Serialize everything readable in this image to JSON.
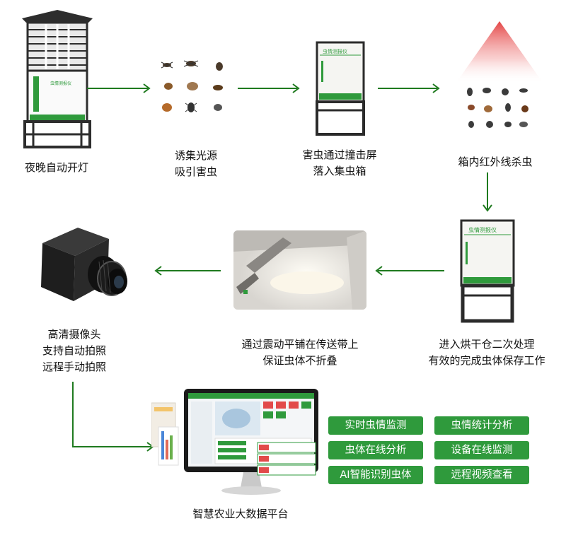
{
  "steps": [
    {
      "id": "step1",
      "lines": [
        "夜晚自动开灯"
      ]
    },
    {
      "id": "step2",
      "lines": [
        "诱集光源",
        "吸引害虫"
      ]
    },
    {
      "id": "step3",
      "lines": [
        "害虫通过撞击屏",
        "落入集虫箱"
      ]
    },
    {
      "id": "step4",
      "lines": [
        "箱内红外线杀虫"
      ]
    },
    {
      "id": "step5",
      "lines": [
        "进入烘干仓二次处理",
        "有效的完成虫体保存工作"
      ]
    },
    {
      "id": "step6",
      "lines": [
        "通过震动平铺在传送带上",
        "保证虫体不折叠"
      ]
    },
    {
      "id": "step7",
      "lines": [
        "高清摄像头",
        "支持自动拍照",
        "远程手动拍照"
      ]
    },
    {
      "id": "step8",
      "lines": [
        "智慧农业大数据平台"
      ]
    }
  ],
  "device_label": "虫情测报仪",
  "features": [
    "实时虫情监测",
    "虫情统计分析",
    "虫体在线分析",
    "设备在线监测",
    "AI智能识别虫体",
    "远程视频查看"
  ],
  "colors": {
    "accent_green": "#2f9a3c",
    "arrow_green": "#1f7a1f",
    "infrared_red": "#e23b3b"
  }
}
